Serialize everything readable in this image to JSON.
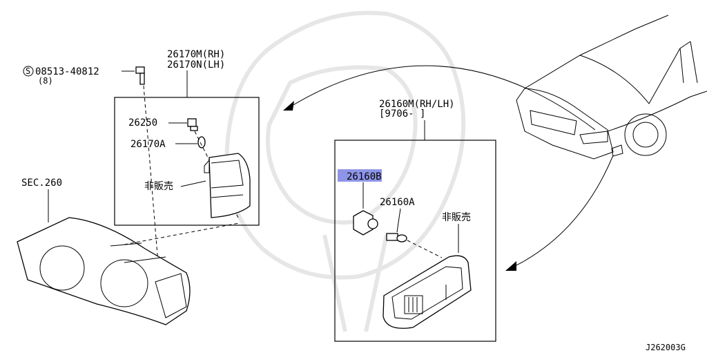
{
  "labels": {
    "screw_number": "08513-40812",
    "screw_qty": "(8)",
    "corner_lamp_rh": "26170M(RH)",
    "corner_lamp_lh": "26170N(LH)",
    "corner_socket": "26250",
    "corner_bulb": "26170A",
    "corner_not_sold": "非販売",
    "section_ref": "SEC.260",
    "side_lamp_assy": "26160M(RH/LH)",
    "side_lamp_date": "[9706-    ]",
    "side_socket": "26160B",
    "side_bulb": "26160A",
    "side_not_sold": "非販売",
    "diagram_id": "J262003G"
  },
  "colors": {
    "highlight": "#8e95e6",
    "ink": "#000000",
    "background": "#ffffff"
  },
  "icons": {
    "screw_marker": "circled-s-icon"
  }
}
